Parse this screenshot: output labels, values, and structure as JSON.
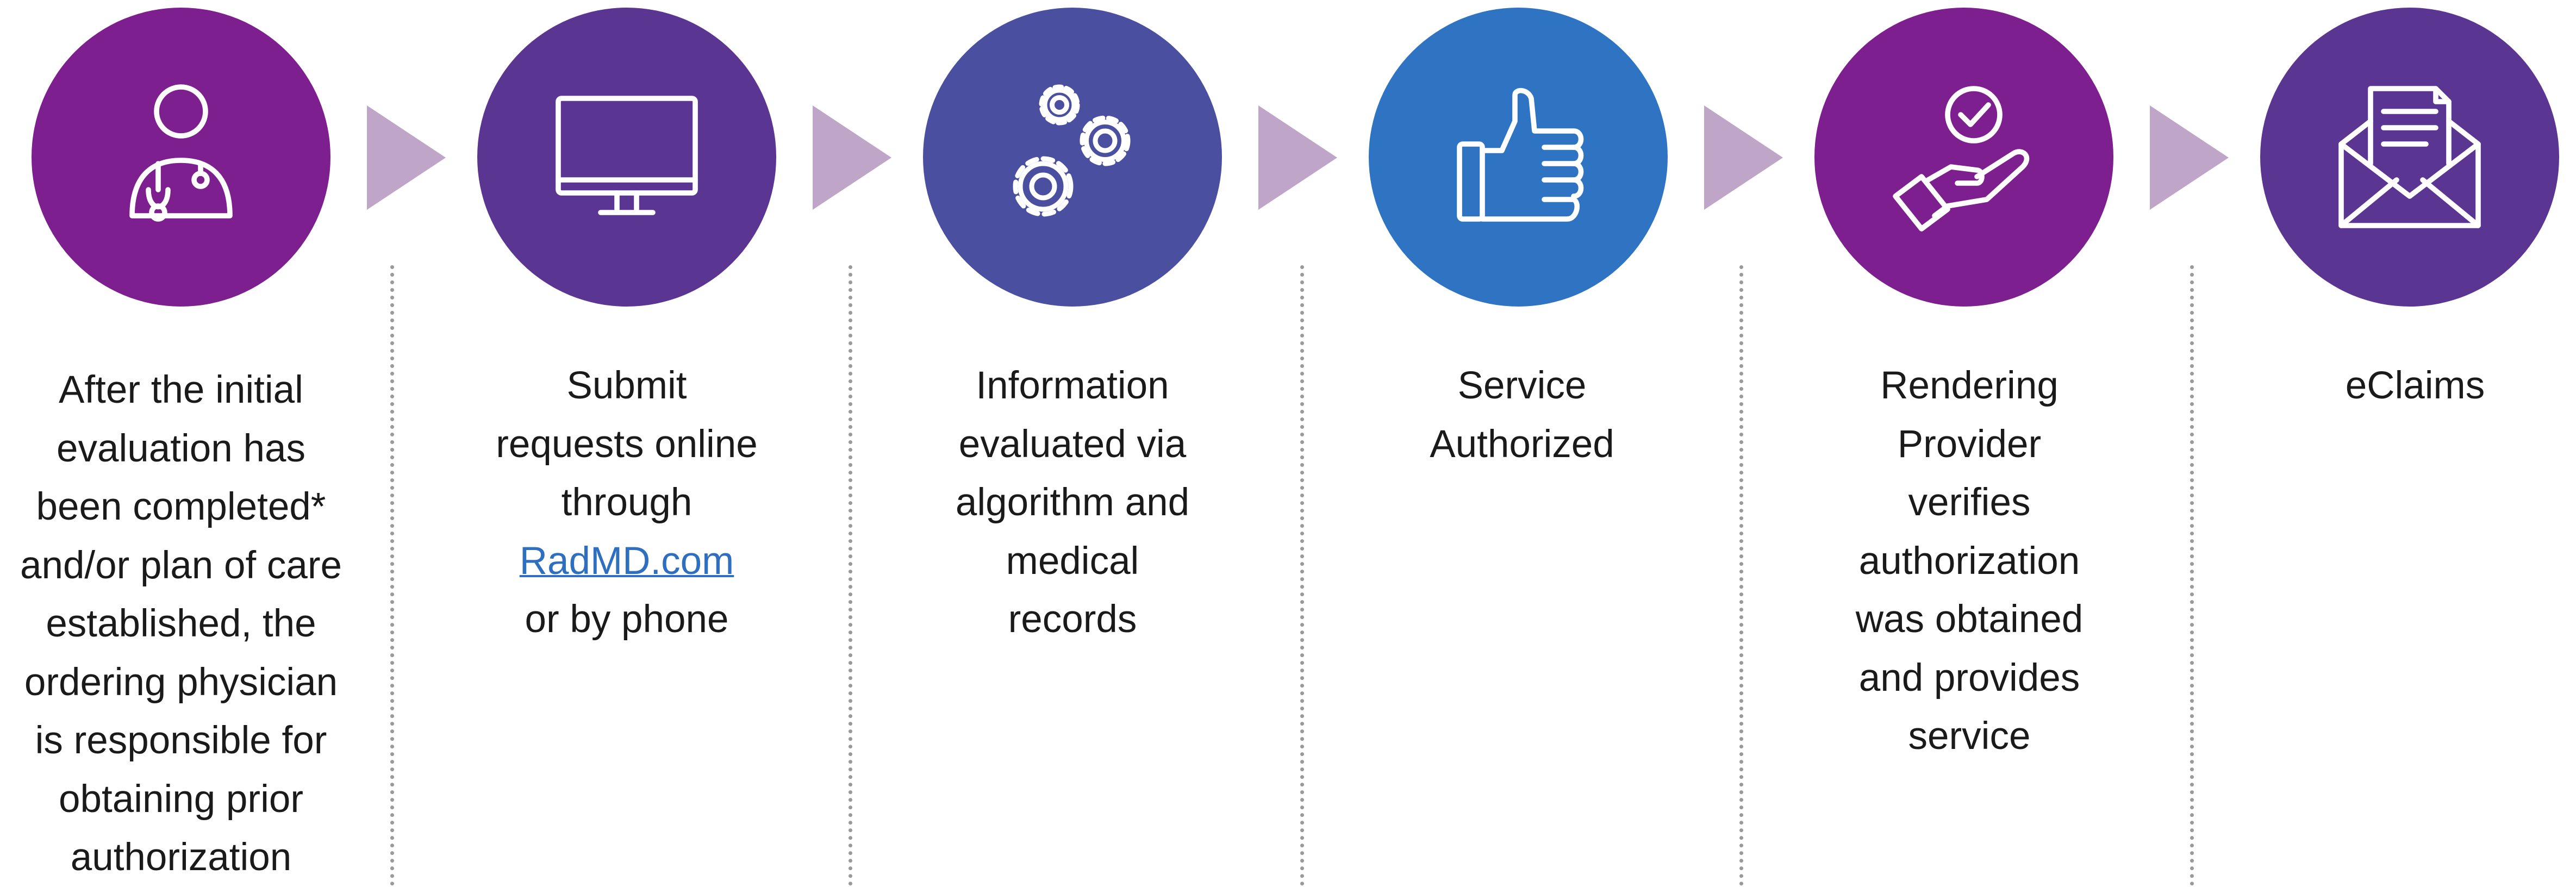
{
  "colors": {
    "step1": "#7d1f8e",
    "step2": "#5b3592",
    "step3": "#4a4f9f",
    "step4": "#2e74c2",
    "step5": "#7d1f8e",
    "step6": "#5b3592",
    "arrow": "#bfa6c8",
    "divider": "#9a9a9a",
    "link": "#2f6fbf"
  },
  "steps": [
    {
      "icon": "doctor-icon",
      "lines": [
        "After the initial",
        "evaluation has",
        "been completed*",
        "and/or plan of care",
        "established, the",
        "ordering physician",
        "is responsible for",
        "obtaining prior",
        "authorization"
      ]
    },
    {
      "icon": "monitor-icon",
      "lines": [
        "Submit",
        "requests online",
        "through"
      ],
      "link": "RadMD.com",
      "after_link": "or by phone"
    },
    {
      "icon": "gears-icon",
      "lines": [
        "Information",
        "evaluated via",
        "algorithm and",
        "medical",
        "records"
      ]
    },
    {
      "icon": "thumbs-up-icon",
      "lines": [
        "Service",
        "Authorized"
      ]
    },
    {
      "icon": "hand-check-icon",
      "lines": [
        "Rendering",
        "Provider",
        "verifies",
        "authorization",
        "was obtained",
        "and provides",
        "service"
      ]
    },
    {
      "icon": "envelope-letter-icon",
      "lines": [
        "eClaims"
      ]
    }
  ]
}
